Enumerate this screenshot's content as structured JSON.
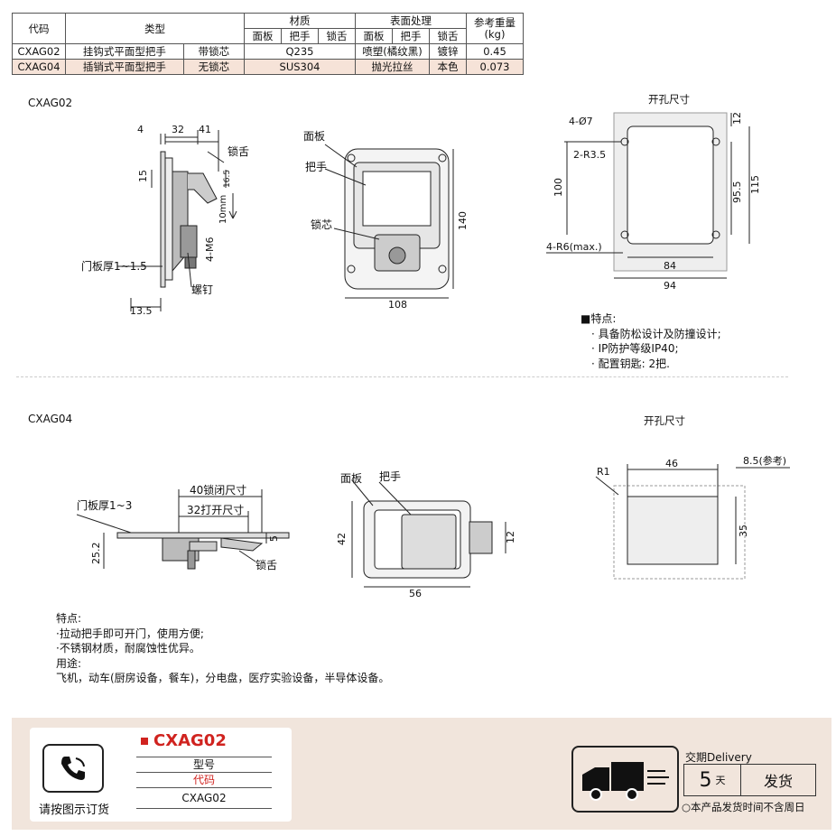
{
  "spec_table": {
    "headers": {
      "code": "代码",
      "type": "类型",
      "material": "材质",
      "surface": "表面处理",
      "weight": "参考重量",
      "weight_unit": "(kg)",
      "panel": "面板",
      "handle": "把手",
      "tongue": "锁舌"
    },
    "rows": [
      {
        "code": "CXAG02",
        "type": "挂钩式平面型把手",
        "core": "带锁芯",
        "material": "Q235",
        "surface_panel_handle": "喷塑(橘纹黑)",
        "surface_tongue": "镀锌",
        "weight": "0.45"
      },
      {
        "code": "CXAG04",
        "type": "插销式平面型把手",
        "core": "无锁芯",
        "material": "SUS304",
        "surface_panel_handle": "抛光拉丝",
        "surface_tongue": "本色",
        "weight": "0.073"
      }
    ]
  },
  "cxag02": {
    "title": "CXAG02",
    "side_view": {
      "d4": "4",
      "d32": "32",
      "d41": "41",
      "d15": "15",
      "d16_5": "16.5",
      "d10mm": "10mm",
      "d4m6": "4-M6",
      "d13_5": "13.5",
      "tongue": "锁舌",
      "door": "门板厚1~1.5",
      "screw": "螺钉"
    },
    "front_view": {
      "panel": "面板",
      "handle": "把手",
      "core": "锁芯",
      "d140": "140",
      "d108": "108"
    },
    "cutout": {
      "title": "开孔尺寸",
      "holes": "4-Ø7",
      "r35": "2-R3.5",
      "r6": "4-R6(max.)",
      "d12": "12",
      "d100": "100",
      "d95_5": "95.5",
      "d115": "115",
      "d84": "84",
      "d94": "94"
    },
    "features_title": "■特点:",
    "features": [
      "· 具备防松设计及防撞设计;",
      "· IP防护等级IP40;",
      "· 配置钥匙: 2把."
    ]
  },
  "cxag04": {
    "title": "CXAG04",
    "side_view": {
      "closed": "40锁闭尺寸",
      "open": "32打开尺寸",
      "door": "门板厚1~3",
      "d25_2": "25.2",
      "d5": "5",
      "tongue": "锁舌"
    },
    "front_view": {
      "panel": "面板",
      "handle": "把手",
      "d42": "42",
      "d12": "12",
      "d56": "56"
    },
    "cutout": {
      "title": "开孔尺寸",
      "r1": "R1",
      "d46": "46",
      "d8_5": "8.5(参考)",
      "d35": "35"
    },
    "notes": [
      "特点:",
      "·拉动把手即可开门，使用方便;",
      "·不锈钢材质，耐腐蚀性优异。",
      "用途:",
      "飞机，动车(厨房设备，餐车)，分电盘，医疗实验设备，半导体设备。"
    ]
  },
  "footer": {
    "model": "CXAG02",
    "type_label": "型号",
    "code_label": "代码",
    "code_value": "CXAG02",
    "order_text": "请按图示订货",
    "delivery_title": "交期Delivery",
    "days": "5",
    "day_unit": "天",
    "ship": "发货",
    "note": "○本产品发货时间不含周日",
    "accent": "#d0231f",
    "bg": "#f1e5dc"
  }
}
